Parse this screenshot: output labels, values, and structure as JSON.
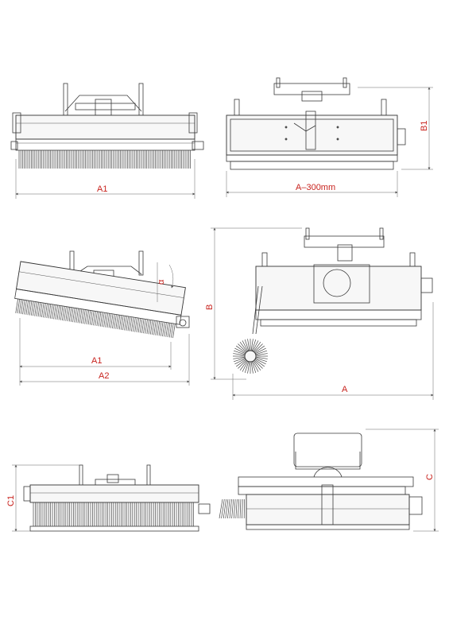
{
  "colors": {
    "dimension_label": "#c8231e",
    "line": "#3a3a3a"
  },
  "labels": {
    "v1_width": "A1",
    "v2_width": "A–300mm",
    "v2_height": "B1",
    "v3_width_a1": "A1",
    "v3_width_a2": "A2",
    "v3_angle": "α",
    "v4_height": "B",
    "v4_width": "A",
    "v5_height": "C1",
    "v6_height": "C"
  }
}
